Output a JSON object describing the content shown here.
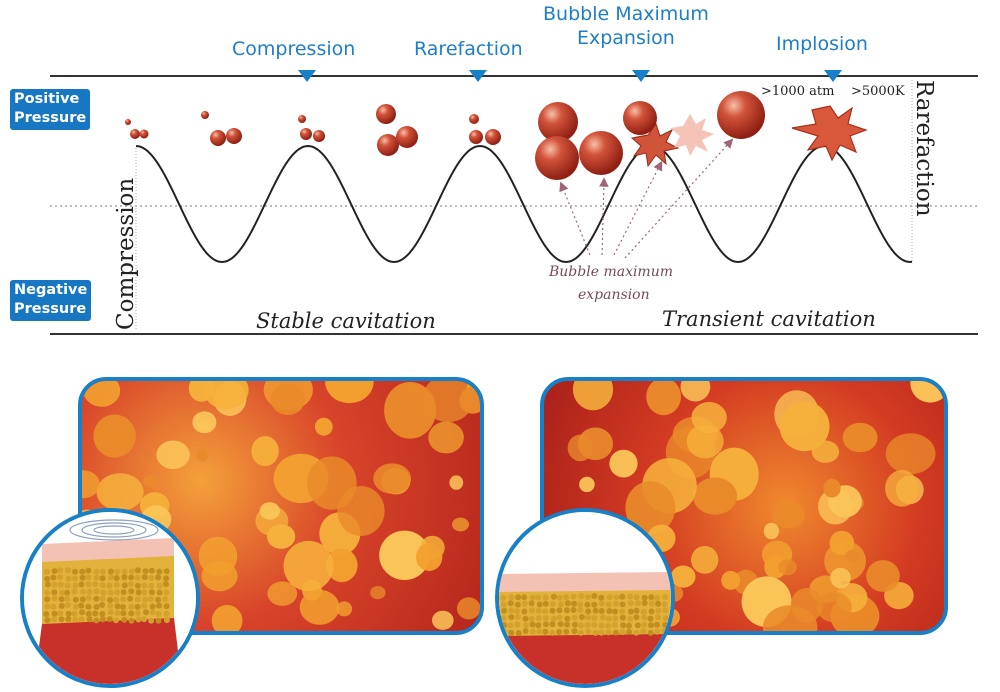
{
  "phase_labels": {
    "compression": "Compression",
    "rarefaction": "Rarefaction",
    "bubble_max_line1": "Bubble Maximum",
    "bubble_max_line2": "Expansion",
    "implosion": "Implosion"
  },
  "pressure_tags": {
    "positive_line1": "Positive",
    "positive_line2": "Pressure",
    "negative_line1": "Negative",
    "negative_line2": "Pressure"
  },
  "diagram": {
    "left_axis": "Compression",
    "right_axis": "Rarefaction",
    "pressure_value": ">1000 atm",
    "temperature_value": ">5000K",
    "bubble_note_line1": "Bubble maximum",
    "bubble_note_line2": "expansion",
    "stable_label": "Stable cavitation",
    "transient_label": "Transient cavitation"
  },
  "colors": {
    "accent_blue": "#1780c6",
    "bubble_red": "#b8341f",
    "note_mauve": "#7a4a5a"
  },
  "icons": [
    "marker-triangle-icon",
    "bubble-icon",
    "implosion-burst-icon",
    "ultrasound-wave-icon"
  ]
}
